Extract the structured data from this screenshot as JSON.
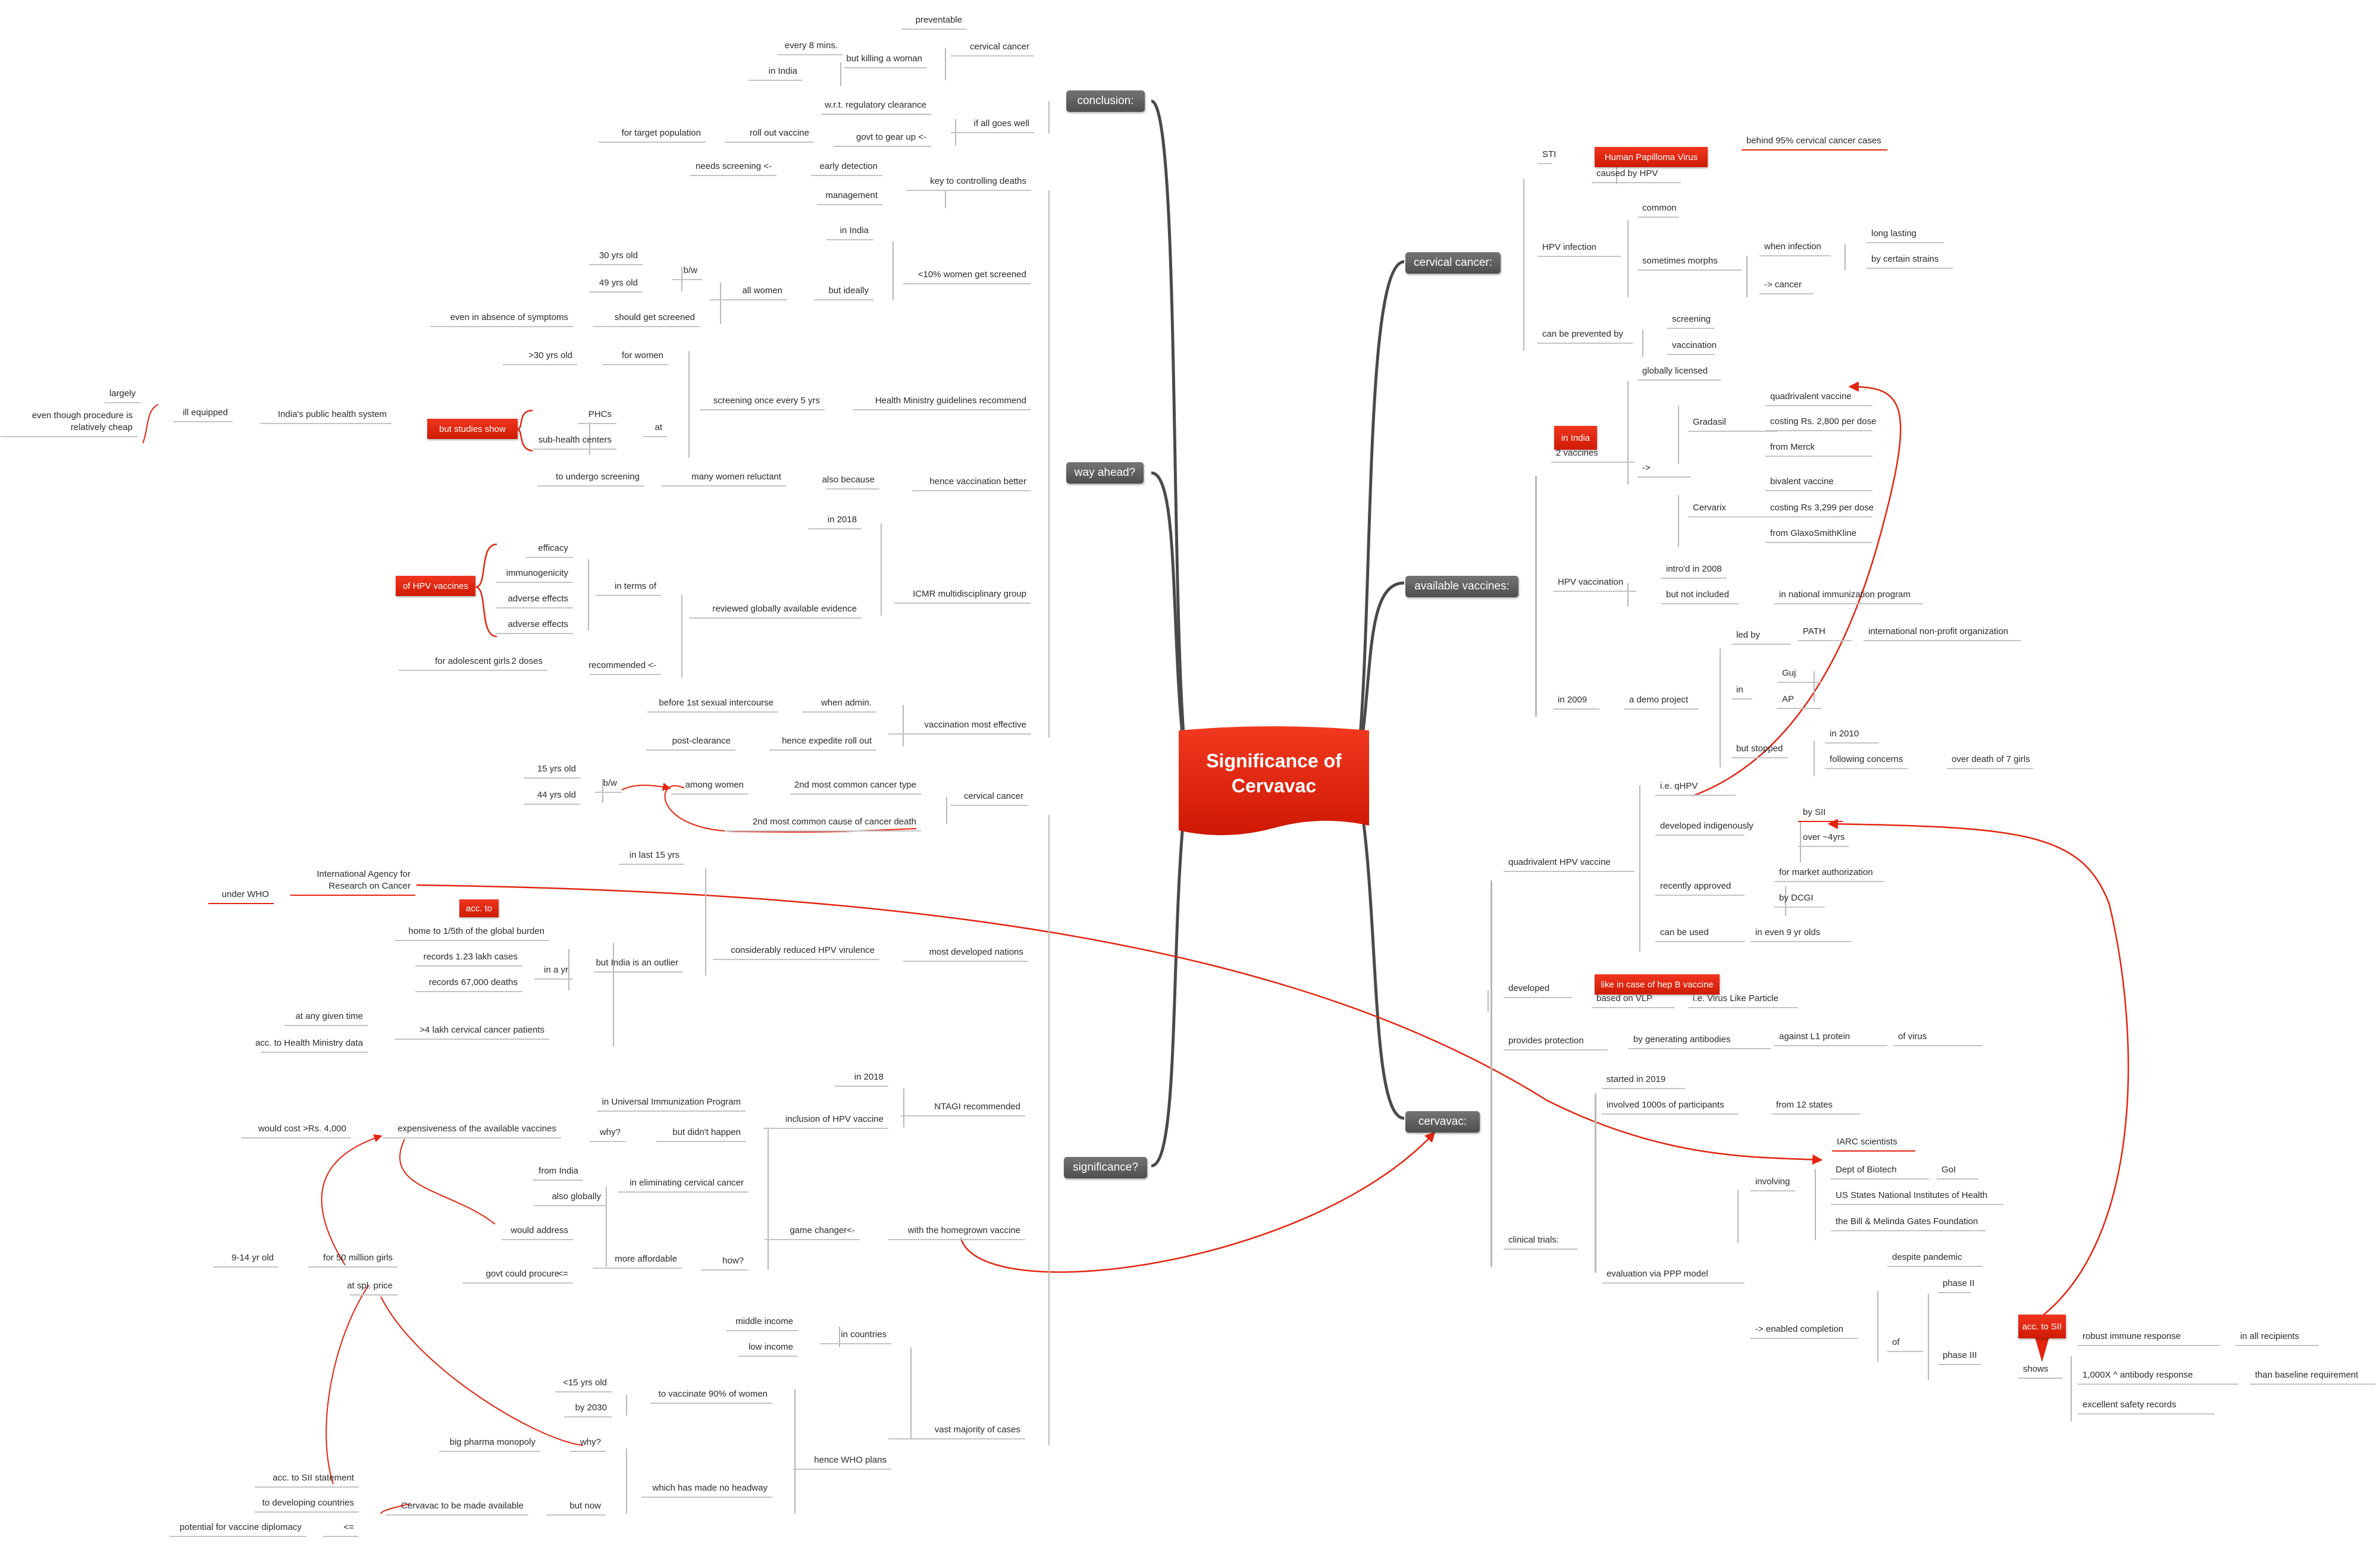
{
  "central": {
    "title": "Significance of\nCervavac"
  },
  "branches": {
    "cervical_cancer": "cervical cancer:",
    "available_vaccines": "available vaccines:",
    "cervavac": "cervavac:",
    "conclusion": "conclusion:",
    "way_ahead": "way ahead?",
    "significance": "significance?"
  },
  "callouts": {
    "human_papilloma_virus": "Human Papilloma Virus",
    "in_india": "in India",
    "but_studies_show": "but studies show",
    "of_hpv_vaccines": "of HPV vaccines",
    "acc_to": "acc. to",
    "like_hep_b": "like in case of hep B vaccine",
    "acc_to_sii": "acc. to SII"
  },
  "labels": {
    "r1": "STI",
    "r2": "behind 95% cervical cancer cases",
    "r3": "caused by HPV",
    "r4": "HPV infection",
    "r5": "common",
    "r6": "sometimes morphs",
    "r7": "when infection",
    "r8": "long lasting",
    "r9": "by certain strains",
    "r10": "-> cancer",
    "r11": "can be prevented by",
    "r12": "screening",
    "r13": "vaccination",
    "r14": "globally licensed",
    "r15": "2 vaccines",
    "r16": "Gradasil",
    "r17": "quadrivalent vaccine",
    "r18": "costing Rs. 2,800 per dose",
    "r19": "from Merck",
    "r20": "->",
    "r21": "Cervarix",
    "r22": "bivalent vaccine",
    "r23": "costing Rs 3,299 per dose",
    "r24": "from GlaxoSmithKline",
    "r25": "HPV vaccination",
    "r26": "intro'd in 2008",
    "r27": "but not included",
    "r28": "in national immunization program",
    "r29": "led by",
    "r30": "PATH",
    "r31": "international non-profit organization",
    "r32": "in",
    "r33": "Guj",
    "r34": "AP",
    "r35": "in 2009",
    "r36": "a demo project",
    "r37": "but stopped",
    "r38": "in 2010",
    "r39": "following concerns",
    "r40": "over death of 7 girls",
    "r41": "i.e. qHPV",
    "r42": "quadrivalent HPV vaccine",
    "r43": "developed indigenously",
    "r44": "by SII",
    "r45": "over ~4yrs",
    "r46": "recently approved",
    "r47": "for market authorization",
    "r48": "by DCGI",
    "r49": "can be used",
    "r50": "in even 9 yr olds",
    "r51": "developed",
    "r52": "based on VLP",
    "r53": "i.e. Virus Like Particle",
    "r54": "provides protection",
    "r55": "by generating antibodies",
    "r56": "against L1 protein",
    "r57": "of virus",
    "r58": "started in 2019",
    "r59": "involved 1000s of participants",
    "r60": "from 12 states",
    "r61": "IARC scientists",
    "r62": "involving",
    "r63": "Dept of Biotech",
    "r64": "GoI",
    "r65": "US States National Institutes of Health",
    "r66": "the Bill & Melinda Gates Foundation",
    "r67": "clinical trials:",
    "r68": "evaluation via PPP model",
    "r69": "despite pandemic",
    "r70": "phase II",
    "r71": "-> enabled completion",
    "r72": "of",
    "r73": "phase III",
    "r74": "shows",
    "r75": "robust immune response",
    "r76": "in all recipients",
    "r77": "1,000X ^ antibody response",
    "r78": "than baseline requirement",
    "r79": "excellent safety records",
    "l1": "preventable",
    "l2": "cervical cancer",
    "l3": "every 8 mins.",
    "l4": "but killing a woman",
    "l5": "in India",
    "l6": "w.r.t. regulatory clearance",
    "l7": "if all goes well",
    "l8": "for target population",
    "l9": "roll out vaccine",
    "l10": "govt to gear up <-",
    "l11": "needs screening <-",
    "l12": "early detection",
    "l13": "key to controlling deaths",
    "l14": "management",
    "l15": "in India",
    "l16": "<10% women get screened",
    "l17": "30 yrs old",
    "l18": "b/w",
    "l19": "49 yrs old",
    "l20": "all women",
    "l21": "but ideally",
    "l22": "even in absence of symptoms",
    "l23": "should get screened",
    "l24": ">30 yrs old",
    "l25": "for women",
    "l26": "screening once every 5 yrs",
    "l27": "Health Ministry guidelines recommend",
    "l28": "largely",
    "l29": "ill equipped",
    "l30": "India's public health system",
    "l31": "PHCs",
    "l32": "at",
    "l33": "sub-health centers",
    "l34": "even though procedure is\nrelatively cheap",
    "l35": "to undergo screening",
    "l36": "many women reluctant",
    "l37": "also because",
    "l38": "hence vaccination better",
    "l39": "in 2018",
    "l40": "efficacy",
    "l41": "immunogenicity",
    "l42": "adverse effects",
    "l43": "in terms of",
    "l44": "adverse effects",
    "l45": "reviewed globally available evidence",
    "l46": "ICMR multidisciplinary group",
    "l47": "for adolescent girls",
    "l48": "2 doses",
    "l49": "recommended <-",
    "l50": "before 1st sexual intercourse",
    "l51": "when admin.",
    "l52": "vaccination most effective",
    "l53": "post-clearance",
    "l54": "hence expedite roll out",
    "l55": "15 yrs old",
    "l56": "b/w",
    "l57": "among women",
    "l58": "2nd most common cancer type",
    "l59": "44 yrs old",
    "l60": "2nd most common cause of cancer death",
    "l61": "cervical cancer",
    "l62": "in last 15 yrs",
    "l63": "International Agency for\nResearch on Cancer",
    "l64": "under WHO",
    "l65": "home to 1/5th of the global burden",
    "l66": "considerably reduced HPV virulence",
    "l67": "most developed nations",
    "l68": "records 1.23 lakh cases",
    "l69": "in a yr",
    "l70": "but India is an outlier",
    "l71": "records 67,000 deaths",
    "l72": "at any given time",
    "l73": ">4 lakh cervical cancer patients",
    "l74": "acc. to Health Ministry data",
    "l75": "in 2018",
    "l76": "in Universal Immunization Program",
    "l77": "NTAGI recommended",
    "l78": "would cost >Rs. 4,000",
    "l79": "expensiveness of the available vaccines",
    "l80": "inclusion of HPV vaccine",
    "l81": "why?",
    "l82": "but didn't happen",
    "l83": "from India",
    "l84": "in eliminating cervical cancer",
    "l85": "also globally",
    "l86": "would address",
    "l87": "game changer<-",
    "l88": "with the homegrown vaccine",
    "l89": "more affordable",
    "l90": "how?",
    "l91": "9-14 yr old",
    "l92": "for 50 million girls",
    "l93": "govt could procure",
    "l94": "<=",
    "l95": "at spl. price",
    "l96": "middle income",
    "l97": "in countries",
    "l98": "low income",
    "l99": "<15 yrs old",
    "l100": "to vaccinate 90% of women",
    "l101": "by 2030",
    "l102": "vast majority of cases",
    "l103": "hence WHO plans",
    "l104": "big pharma monopoly",
    "l105": "why?",
    "l106": "which has made no headway",
    "l107": "acc. to SII statement",
    "l108": "Cervavac to be made available",
    "l109": "but now",
    "l110": "to developing countries",
    "l111": "potential for vaccine diplomacy",
    "l112": "<="
  },
  "colors": {
    "accent_red": "#e3250f",
    "branch_grey": "#5f5f5f",
    "line_dark": "#4a4a4a",
    "line_light": "#c4c4c4"
  }
}
